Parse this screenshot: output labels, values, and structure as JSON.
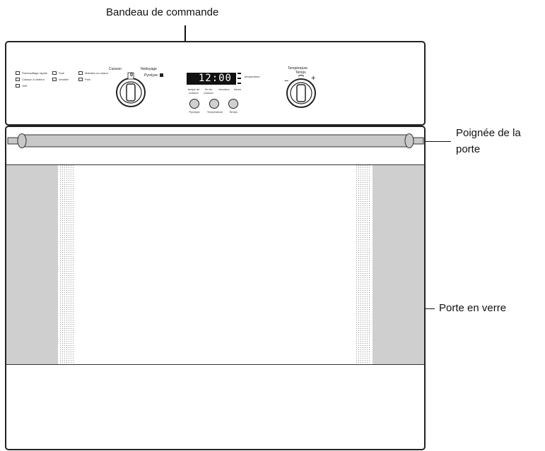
{
  "callouts": {
    "control_panel": "Bandeau de commande",
    "door_handle": "Poignée de la porte",
    "glass_door": "Porte en verre"
  },
  "panel": {
    "modes_col1": [
      "Préchauffage rapide",
      "Cuisson à chaleur",
      "Grill"
    ],
    "modes_col2": [
      "Sole",
      "Ventilée"
    ],
    "modes_col3": [
      "Maintien au chaud",
      "Pain"
    ],
    "left_knob_label_cooking": "Cuisson",
    "left_knob_label_cleaning": "Nettoyage",
    "left_knob_zero": "0",
    "pyro_label": "Pyrolyse",
    "display_time": "12:00",
    "display_side_label": "température",
    "buttons_top_labels": [
      "temps de cuisson",
      "fin de cuisson",
      "minuteur",
      "heure"
    ],
    "buttons_bottom_labels": [
      "Pyrolyse",
      "Température",
      "Temps"
    ],
    "right_knob_label_line1": "Température",
    "right_knob_label_line2": "Temps",
    "right_knob_minus": "−",
    "right_knob_plus": "+"
  },
  "colors": {
    "outline": "#222222",
    "glass_frame": "#cfcfcf",
    "handle": "#c8c8c8",
    "display_bg": "#111111"
  }
}
